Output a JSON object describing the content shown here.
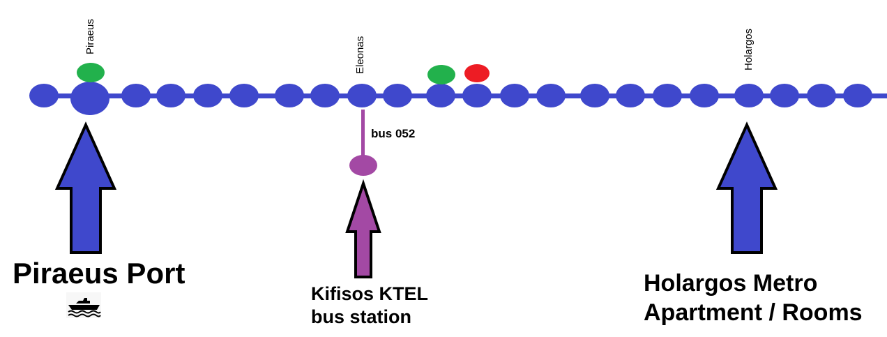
{
  "colors": {
    "line": "#3f48cc",
    "station": "#3f48cc",
    "bus_line": "#a349a4",
    "green_marker": "#22b14c",
    "red_marker": "#ed1c24",
    "arrow_outline": "#000000"
  },
  "stations": {
    "piraeus": "Piraeus",
    "eleonas": "Eleonas",
    "holargos": "Holargos"
  },
  "bus": {
    "label": "bus 052"
  },
  "destinations": {
    "piraeus_port": "Piraeus Port",
    "kifisos_line1": "Kifisos KTEL",
    "kifisos_line2": "bus station",
    "holargos_line1": "Holargos Metro",
    "holargos_line2": "Apartment / Rooms"
  },
  "icons": {
    "port": "ship-icon"
  }
}
